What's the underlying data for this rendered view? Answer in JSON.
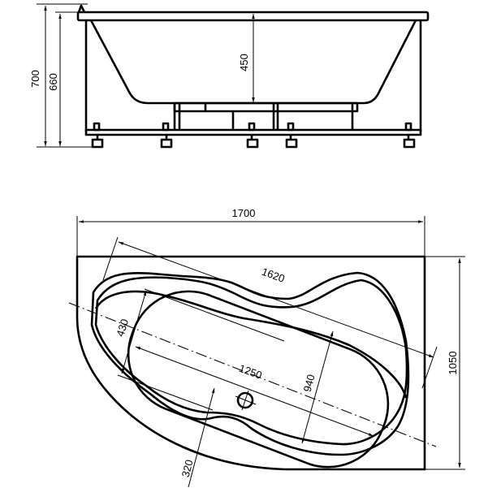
{
  "side_view": {
    "dimensions": {
      "total_height": "700",
      "rim_height": "660",
      "bowl_depth": "450"
    }
  },
  "plan_view": {
    "dimensions": {
      "length": "1700",
      "width": "1050",
      "inner_length": "1620",
      "bowl_length": "1250",
      "bowl_width_end": "430",
      "bowl_width_mid": "940",
      "drain_offset": "320"
    }
  },
  "colors": {
    "line": "#000000",
    "background": "#ffffff"
  }
}
